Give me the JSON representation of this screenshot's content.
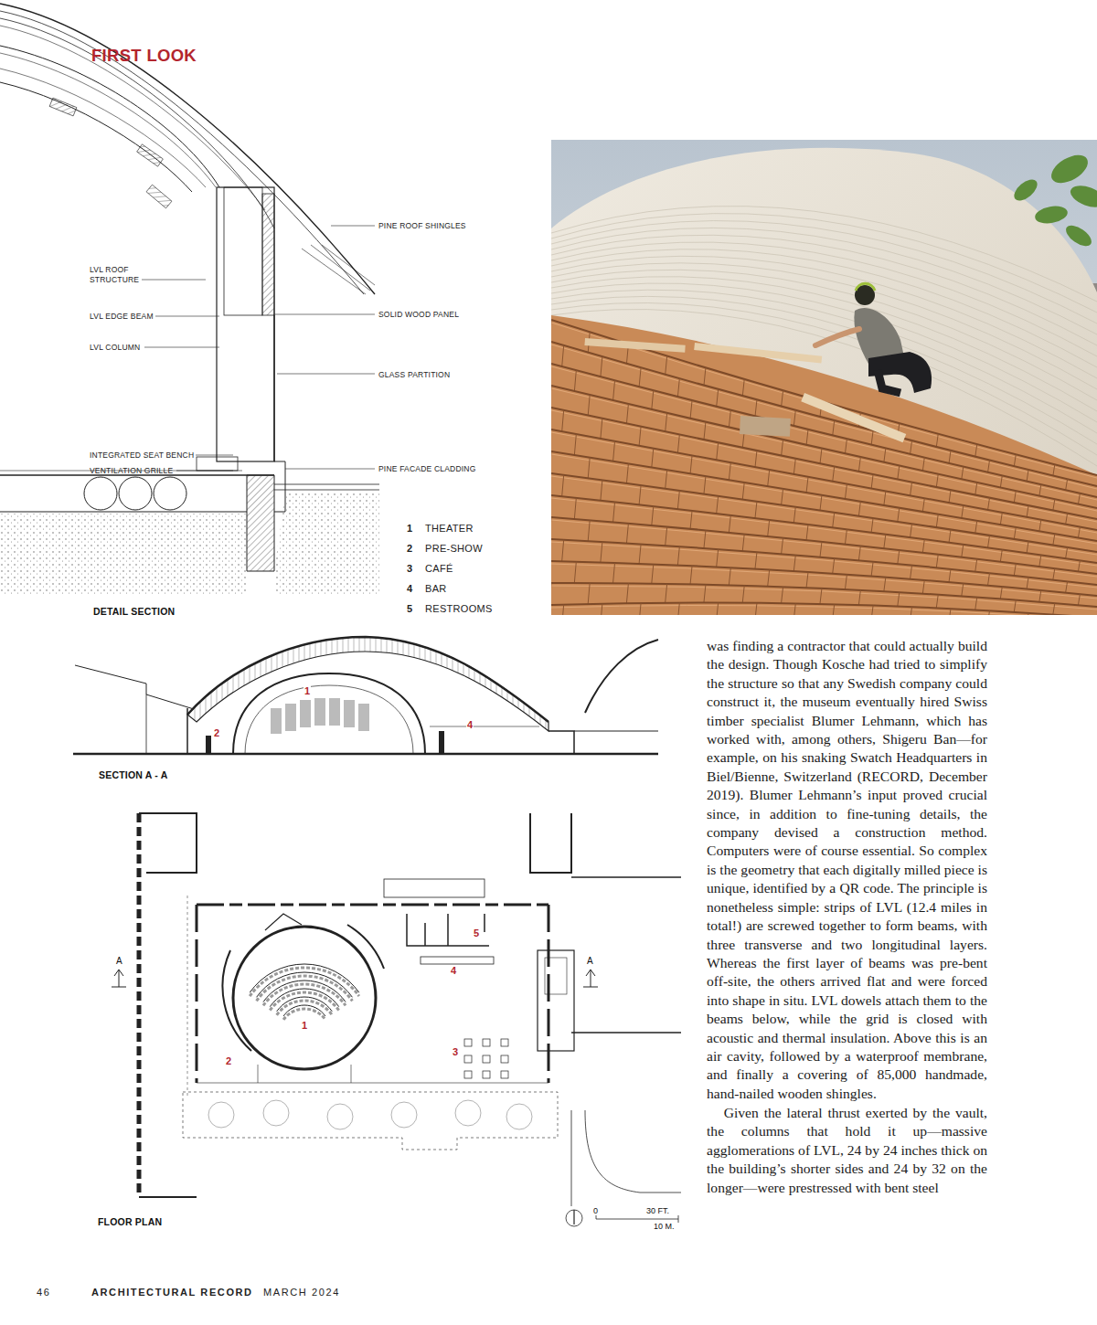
{
  "diagram": {
    "title": "FIRST LOOK",
    "labels": [
      "PINE ROOF SHINGLES",
      "LVL ROOF STRUCTURE",
      "LVL EDGE BEAM",
      "SOLID WOOD PANEL",
      "LVL COLUMN",
      "GLASS PARTITION",
      "INTEGRATED SEAT BENCH",
      "VENTILATION GRILLE",
      "PINE FACADE CLADDING",
      "DETAIL SECTION",
      "1",
      "THEATER",
      "2",
      "PRE-SHOW",
      "3",
      "CAFÉ",
      "4",
      "BAR",
      "5",
      "RESTROOMS",
      "1",
      "2",
      "4",
      "SECTION A - A",
      "A",
      "A",
      "5",
      "4",
      "1",
      "2",
      "3",
      "FLOOR PLAN",
      "0",
      "30 FT.",
      "10 M.",
      "was finding a contractor that could actually build the design. Though Kosche had tried to simplify the structure so that any Swedish company could construct it, the museum eventually hired Swiss timber specialist Blumer Lehmann, which has worked with, among others, Shigeru Ban—for example, on his snaking Swatch Headquarters in Biel/Bienne, Switzerland (RECORD, December 2019). Blumer Lehmann’s input proved crucial since, in addition to fine-tuning details, the company devised a construction method. Computers were of course essential. So complex is the geometry that each digitally milled piece is unique, identified by a QR code. The principle is nonetheless simple: strips of LVL (12.4 miles in total!) are screwed together to form beams, with three transverse and two longitudinal layers. Whereas the first layer of beams was pre-bent off-site, the others arrived flat and were forced into shape in situ. LVL dowels attach them to the beams below, while the grid is closed with acoustic and thermal insulation. Above this is an air cavity, followed by a waterproof membrane, and finally a covering of 85,000 handmade, hand-nailed wooden shingles.",
      "Given the lateral thrust exerted by the vault, the columns that hold it up—massive agglomerations of LVL, 24 by 24 inches thick on the building’s shorter sides and 24 by 32 on the longer—were prestressed with bent steel",
      "46",
      "ARCHITECTURAL RECORD",
      "MARCH 2024"
    ]
  }
}
